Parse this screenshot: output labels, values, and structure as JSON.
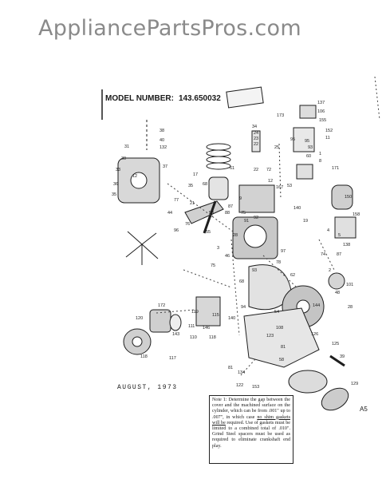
{
  "watermark": "AppliancePartsPros.com",
  "model": {
    "label": "MODEL NUMBER:",
    "number": "143.650032"
  },
  "date": "AUGUST, 1973",
  "page_code": "A5",
  "note": {
    "text_before": "Note 1: Determine the gap between the cover and the machined surface on the cylinder, which can be from .001\" up to .007\", in which case ",
    "underlined": "no shim gaskets will be",
    "text_after": " required. Use of gaskets must be limited to a combined total of .010\". Grind Steel spacers must be used as required to eliminate crankshaft end play."
  },
  "part_labels": [
    "173",
    "137",
    "106",
    "155",
    "34",
    "152",
    "11",
    "24",
    "23",
    "22",
    "95",
    "25",
    "1",
    "8",
    "95",
    "93",
    "60",
    "38",
    "40",
    "132",
    "31",
    "30",
    "37",
    "33",
    "12",
    "36",
    "35",
    "17",
    "35",
    "68",
    "61",
    "22",
    "72",
    "12",
    "167",
    "53",
    "9",
    "87",
    "88",
    "77",
    "21",
    "5",
    "75",
    "91",
    "92",
    "44",
    "76",
    "96",
    "58",
    "55",
    "140",
    "19",
    "4",
    "5",
    "28",
    "93",
    "68",
    "3",
    "75",
    "46",
    "97",
    "62",
    "78",
    "74",
    "2",
    "144",
    "48",
    "28",
    "115",
    "140",
    "94",
    "54",
    "108",
    "120",
    "172",
    "119",
    "111",
    "146",
    "118",
    "143",
    "110",
    "118",
    "117",
    "123",
    "81",
    "58",
    "126",
    "125",
    "81",
    "134",
    "122",
    "153",
    "129",
    "39",
    "101",
    "171",
    "150",
    "158",
    "138",
    "87"
  ]
}
